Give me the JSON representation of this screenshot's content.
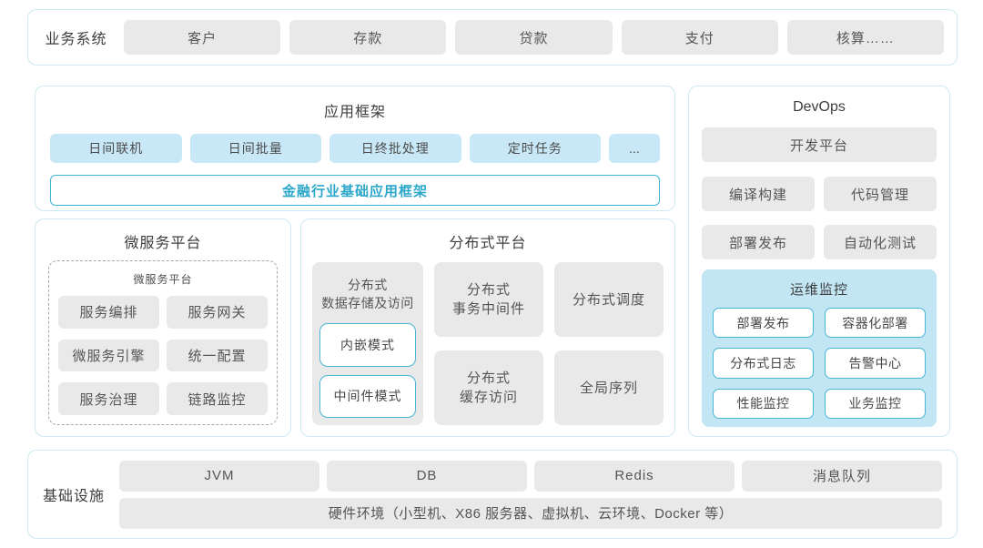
{
  "colors": {
    "section_border": "#cdeaf3",
    "accent_cyan_border": "#3db4d6",
    "accent_cyan_text": "#2aa7c9",
    "light_blue_box": "#c9e8f7",
    "monitor_panel_blue": "#c3e6f5",
    "gray_box": "#e9e9e9",
    "text_dark": "#3d3d3d",
    "text_gray": "#555555"
  },
  "business": {
    "label": "业务系统",
    "items": [
      "客户",
      "存款",
      "贷款",
      "支付",
      "核算……"
    ]
  },
  "app_framework": {
    "title": "应用框架",
    "items": [
      "日间联机",
      "日间批量",
      "日终批处理",
      "定时任务",
      "..."
    ],
    "base": "金融行业基础应用框架"
  },
  "devops": {
    "title": "DevOps",
    "dev_platform": "开发平台",
    "items": [
      "编译构建",
      "代码管理",
      "部署发布",
      "自动化测试"
    ],
    "monitor": {
      "title": "运维监控",
      "items": [
        "部署发布",
        "容器化部署",
        "分布式日志",
        "告警中心",
        "性能监控",
        "业务监控"
      ]
    }
  },
  "microservice": {
    "title": "微服务平台",
    "inner_title": "微服务平台",
    "items": [
      "服务编排",
      "服务网关",
      "微服务引擎",
      "统一配置",
      "服务治理",
      "链路监控"
    ]
  },
  "distributed": {
    "title": "分布式平台",
    "storage_title": "分布式\n数据存储及访问",
    "storage_modes": [
      "内嵌模式",
      "中间件模式"
    ],
    "cells": [
      "分布式\n事务中间件",
      "分布式调度",
      "分布式\n缓存访问",
      "全局序列"
    ]
  },
  "infrastructure": {
    "label": "基础设施",
    "items": [
      "JVM",
      "DB",
      "Redis",
      "消息队列"
    ],
    "hardware": "硬件环境（小型机、X86 服务器、虚拟机、云环境、Docker 等）"
  }
}
